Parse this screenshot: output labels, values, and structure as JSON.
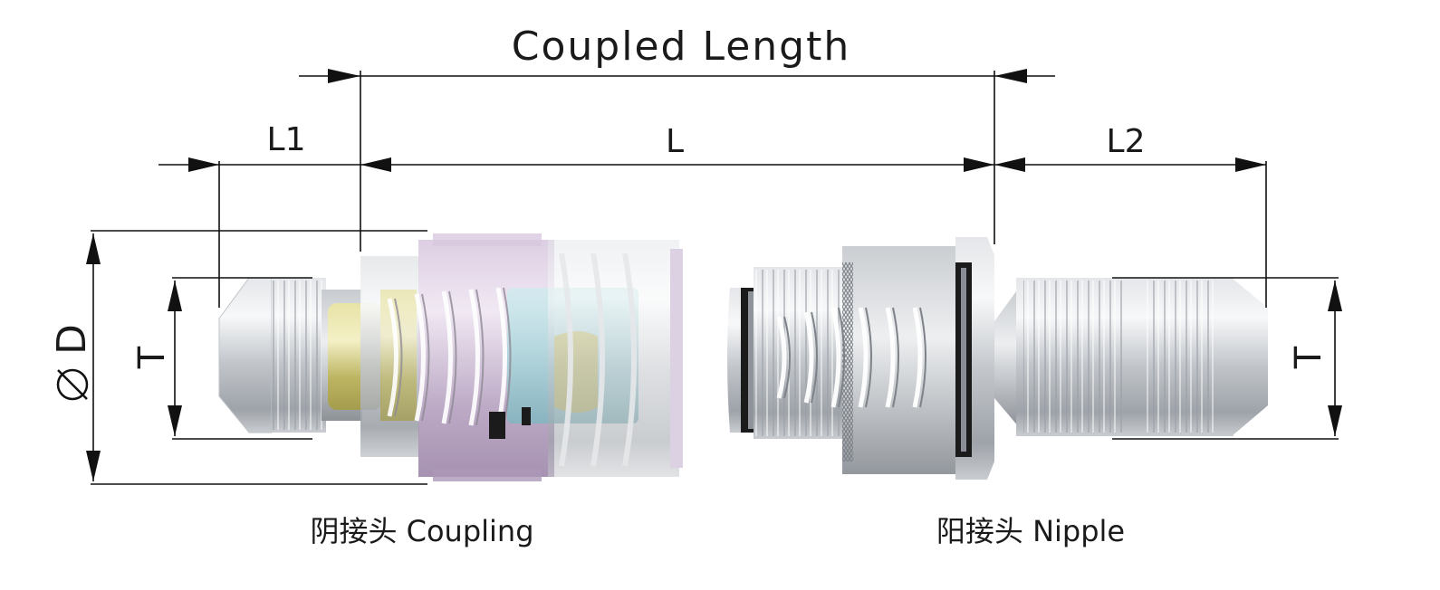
{
  "labels": {
    "coupled_length": "Coupled  Length",
    "l1": "L1",
    "l": "L",
    "l2": "L2",
    "diameter": "D",
    "thread_left": "T",
    "thread_right": "T",
    "coupling": "阴接头 Coupling",
    "nipple": "阳接头 Nipple"
  },
  "colors": {
    "line": "#111111",
    "steel": "#cfd2d6",
    "brass": "#cdc77a",
    "purple": "#b49cbf",
    "cyan": "#9fd2d6",
    "seal": "#1b1b1b"
  },
  "icons": {
    "diameter_symbol": "circle-slash-icon",
    "arrowheads": "filled-triangle"
  }
}
